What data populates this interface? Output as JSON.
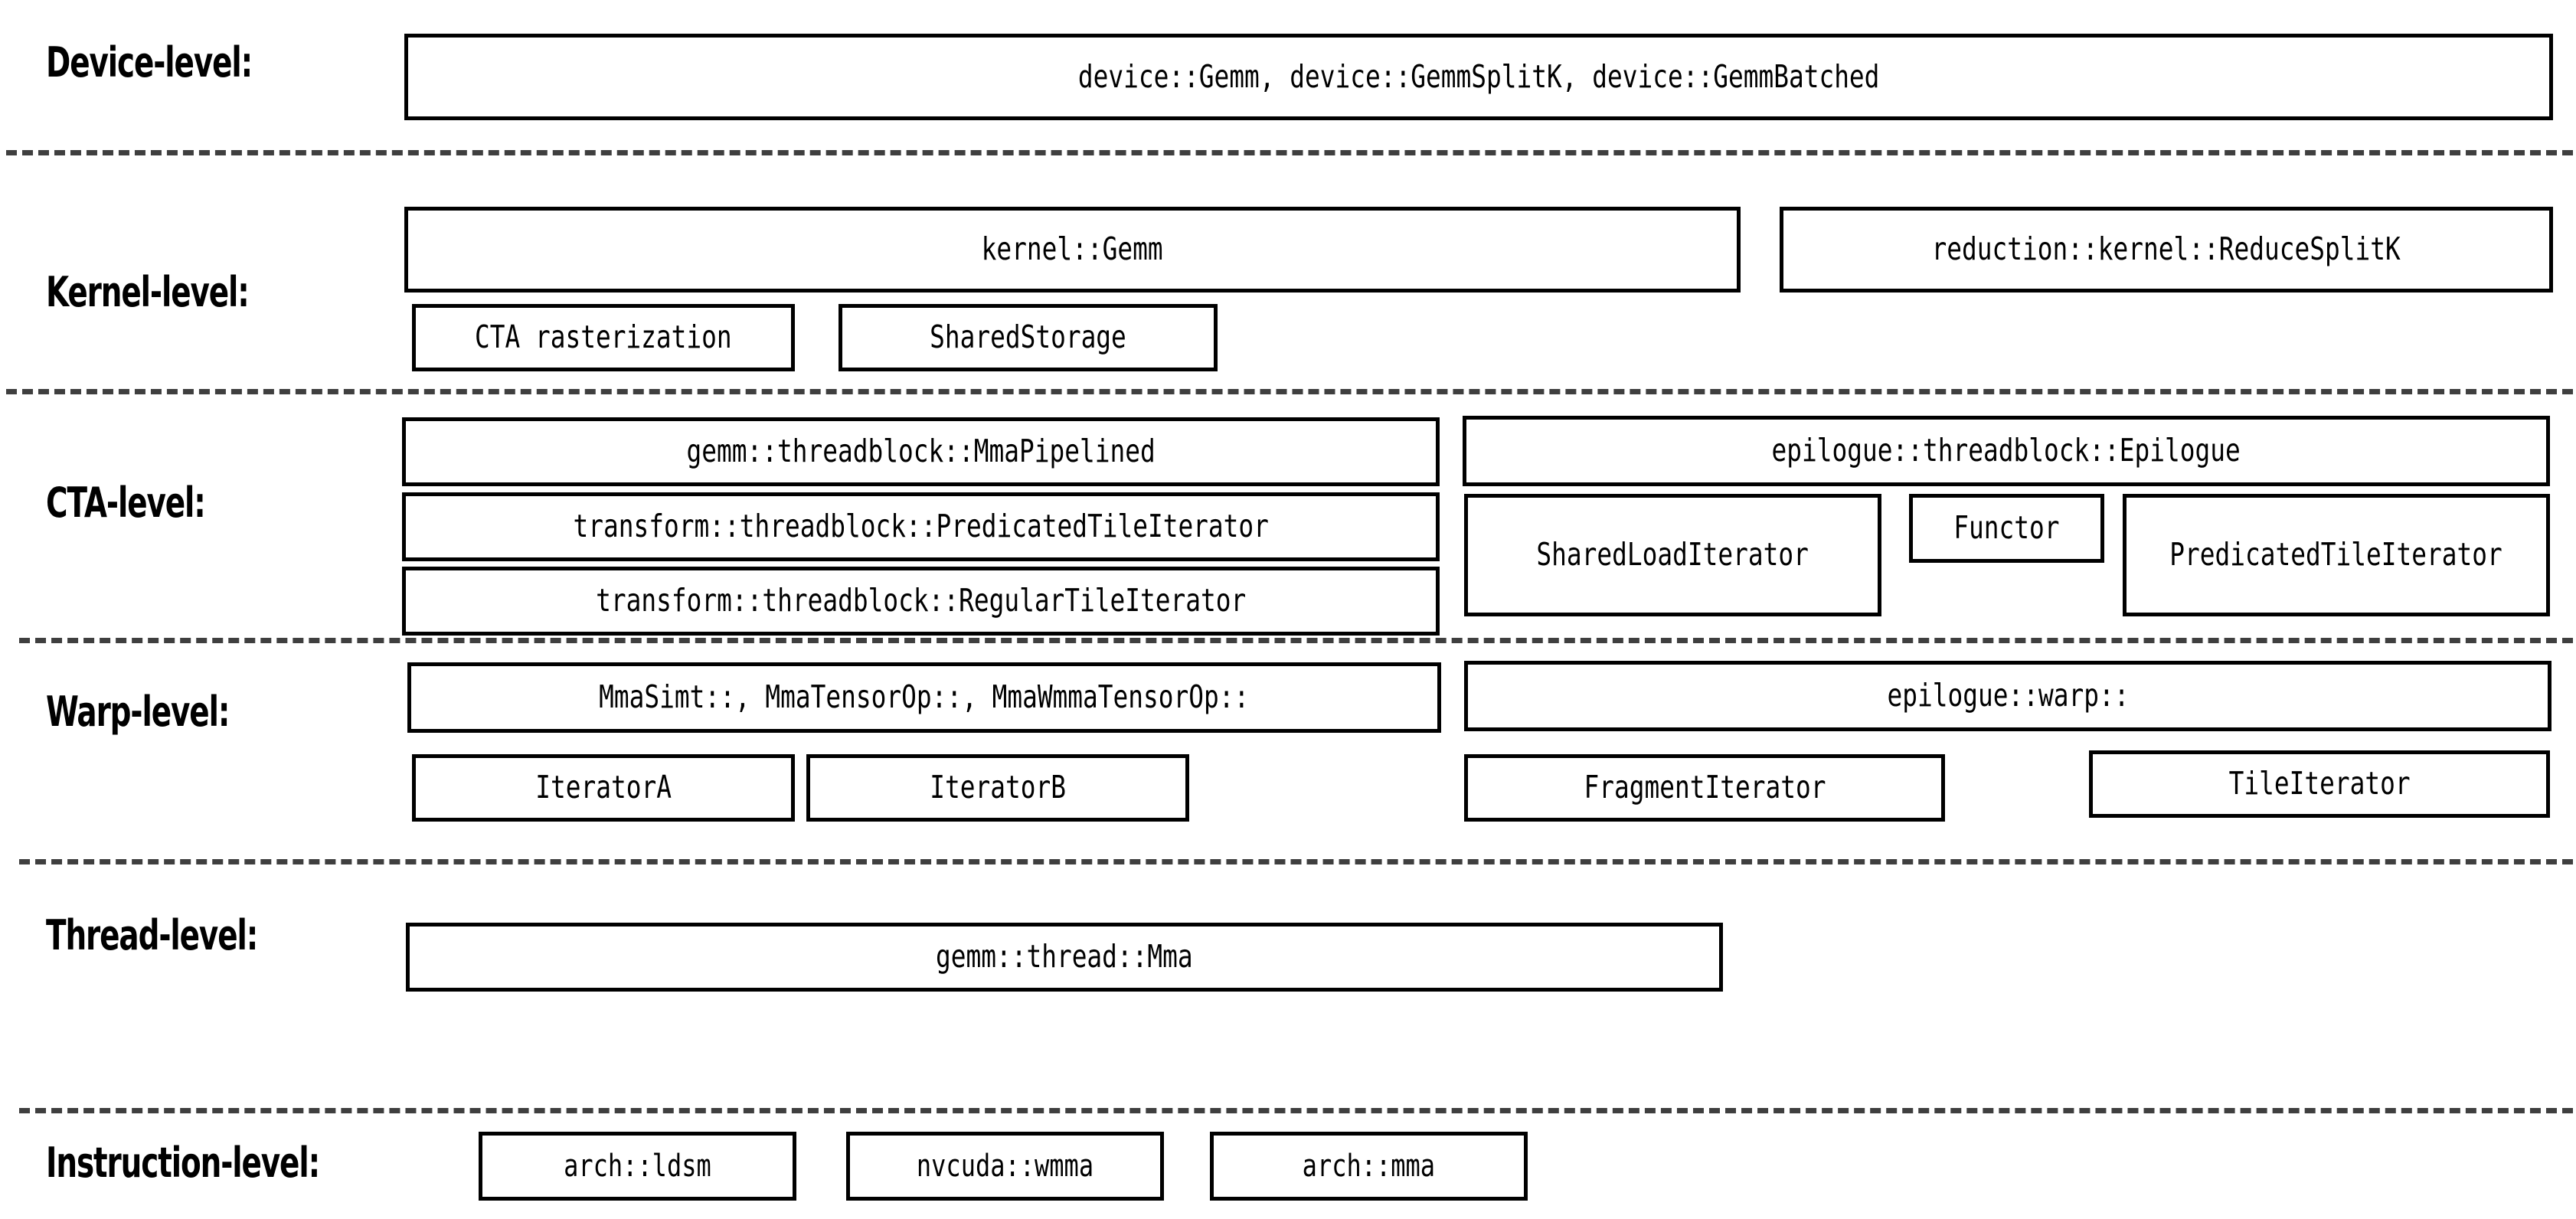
{
  "diagram": {
    "title": "CUTLASS GEMM template hierarchy",
    "background_color": "#ffffff",
    "line_color": "#000000",
    "separator_color": "#3f3f3f"
  },
  "levels": [
    {
      "label": "Device-level:",
      "boxes": [
        {
          "text": "device::Gemm, device::GemmSplitK, device::GemmBatched"
        }
      ]
    },
    {
      "label": "Kernel-level:",
      "boxes": [
        {
          "text": "kernel::Gemm"
        },
        {
          "text": "reduction::kernel::ReduceSplitK"
        },
        {
          "text": "CTA rasterization"
        },
        {
          "text": "SharedStorage"
        }
      ]
    },
    {
      "label": "CTA-level:",
      "boxes": [
        {
          "text": "gemm::threadblock::MmaPipelined"
        },
        {
          "text": "epilogue::threadblock::Epilogue"
        },
        {
          "text": "transform::threadblock::PredicatedTileIterator"
        },
        {
          "text": "SharedLoadIterator"
        },
        {
          "text": "Functor"
        },
        {
          "text": "PredicatedTileIterator"
        },
        {
          "text": "transform::threadblock::RegularTileIterator"
        }
      ]
    },
    {
      "label": "Warp-level:",
      "boxes": [
        {
          "text": "MmaSimt::, MmaTensorOp::, MmaWmmaTensorOp::"
        },
        {
          "text": "epilogue::warp::"
        },
        {
          "text": "IteratorA"
        },
        {
          "text": "IteratorB"
        },
        {
          "text": "FragmentIterator"
        },
        {
          "text": "TileIterator"
        }
      ]
    },
    {
      "label": "Thread-level:",
      "boxes": [
        {
          "text": "gemm::thread::Mma"
        }
      ]
    },
    {
      "label": "Instruction-level:",
      "boxes": [
        {
          "text": "arch::ldsm"
        },
        {
          "text": "nvcuda::wmma"
        },
        {
          "text": "arch::mma"
        }
      ]
    }
  ]
}
